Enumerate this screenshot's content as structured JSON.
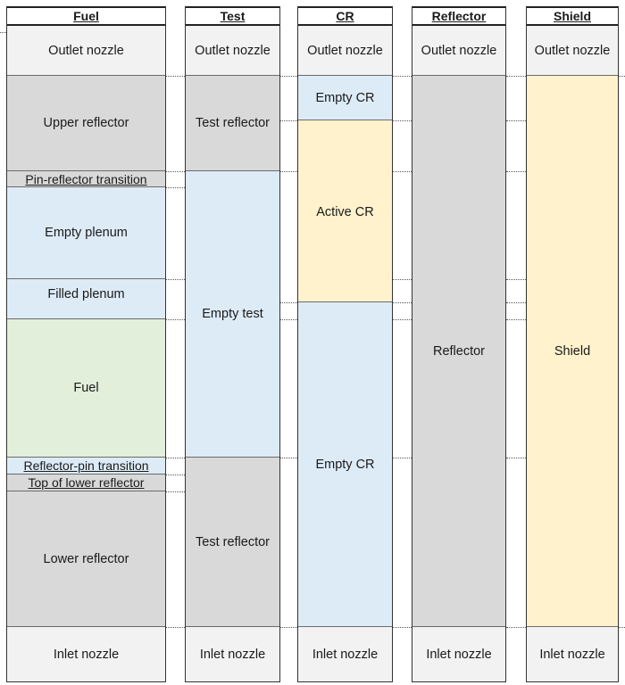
{
  "columns": {
    "fuel": {
      "header": "Fuel",
      "outlet": "Outlet nozzle",
      "upper_reflector": "Upper reflector",
      "pin_reflector_transition": "Pin-reflector transition",
      "empty_plenum": "Empty plenum",
      "filled_plenum": "Filled plenum",
      "fuel": "Fuel",
      "reflector_pin_transition": "Reflector-pin transition",
      "top_lower_reflector": "Top of lower reflector",
      "lower_reflector": "Lower reflector",
      "inlet": "Inlet nozzle"
    },
    "test": {
      "header": "Test",
      "outlet": "Outlet nozzle",
      "test_reflector_top": "Test reflector",
      "empty_test": "Empty test",
      "test_reflector_bottom": "Test reflector",
      "inlet": "Inlet nozzle"
    },
    "cr": {
      "header": "CR",
      "outlet": "Outlet nozzle",
      "empty_cr_top": "Empty CR",
      "active_cr": "Active CR",
      "empty_cr_bottom": "Empty CR",
      "inlet": "Inlet nozzle"
    },
    "reflector": {
      "header": "Reflector",
      "outlet": "Outlet nozzle",
      "body": "Reflector",
      "inlet": "Inlet nozzle"
    },
    "shield": {
      "header": "Shield",
      "outlet": "Outlet nozzle",
      "body": "Shield",
      "inlet": "Inlet nozzle"
    }
  },
  "colors": {
    "reflector_gray": "#d9d9d9",
    "nozzle_gray": "#f2f2f2",
    "empty_blue": "#ddebf7",
    "fuel_green": "#e2efda",
    "absorber_yellow": "#fff2cc"
  }
}
